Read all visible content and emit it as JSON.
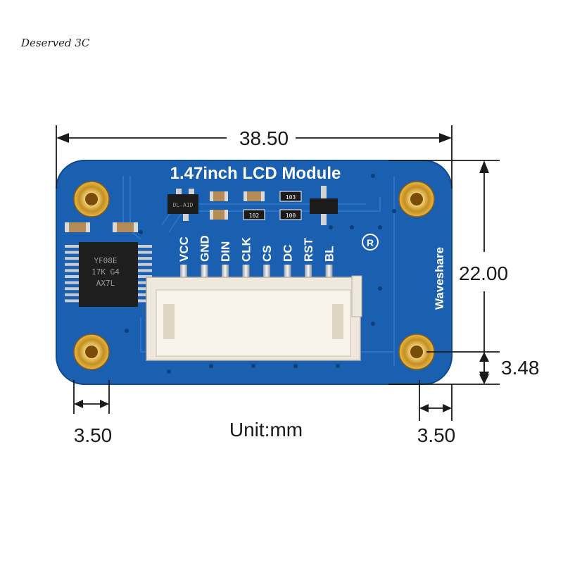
{
  "watermark": "Deserved 3C",
  "module": {
    "title": "1.47inch LCD Module",
    "brand": "Waveshare",
    "registered_mark": "®",
    "pins": [
      "VCC",
      "GND",
      "DIN",
      "CLK",
      "CS",
      "DC",
      "RST",
      "BL"
    ],
    "ic_marking": [
      "YF08E",
      "17K G4",
      "AX7L"
    ],
    "transistor_marking": [
      "DL-A1D"
    ],
    "resistor_markings": [
      "103",
      "102",
      "100"
    ]
  },
  "dimensions": {
    "width": "38.50",
    "height": "22.00",
    "hole_offset_bottom": "3.48",
    "hole_offset_left": "3.50",
    "hole_offset_right": "3.50",
    "unit": "Unit:mm"
  },
  "colors": {
    "pcb": "#1a5fb0",
    "pcb_edge": "#0e4a92",
    "silkscreen": "#ffffff",
    "gold": "#d4a231",
    "connector": "#efe8dc",
    "ink": "#1a1a1a"
  }
}
